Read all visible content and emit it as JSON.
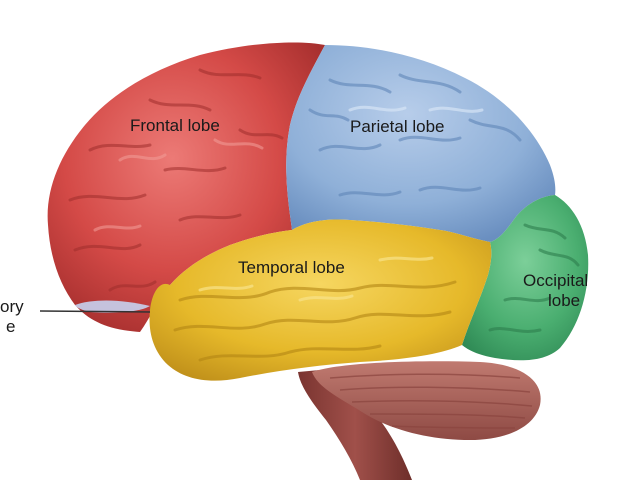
{
  "labels": {
    "frontal": "Frontal lobe",
    "parietal": "Parietal lobe",
    "temporal": "Temporal lobe",
    "occipital_line1": "Occipital",
    "occipital_line2": "lobe",
    "olfactory_partial_line1": "ory",
    "olfactory_partial_line2": "e"
  },
  "colors": {
    "frontal": "#d9504e",
    "parietal": "#8fb1d8",
    "temporal": "#e8bd2f",
    "occipital": "#4fb275",
    "cerebellum": "#a8645c",
    "brainstem": "#8a3e38",
    "olfactory": "#b9c8ee"
  }
}
